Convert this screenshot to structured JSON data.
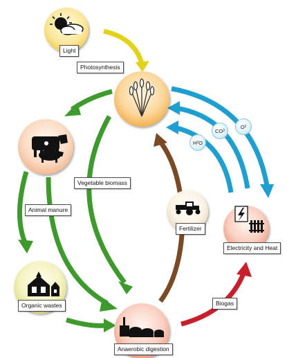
{
  "labels": {
    "light": "Light",
    "photosynthesis": "Photosynthesis",
    "vegetable_biomass": "Vegetable biomass",
    "animal_manure": "Animal manure",
    "organic_wastes": "Organic wastes",
    "fertilizer": "Fertilizer",
    "electricity_heat": "Electricity and Heat",
    "biogas": "Biogas",
    "anaerobic_digestion": "Anaerobic digestion"
  },
  "gases": {
    "h2o_base": "H",
    "h2o_sub": "2",
    "h2o_tail": "O",
    "co2_base": "CO",
    "co2_sub": "2",
    "o2_base": "O",
    "o2_sub": "2"
  },
  "colors": {
    "green_arrow": "#3f9a2e",
    "blue_arrow": "#1f9fd0",
    "brown_arrow": "#7a4a26",
    "red_arrow": "#c81f2a",
    "yellow_arrow": "#e3d21a"
  }
}
